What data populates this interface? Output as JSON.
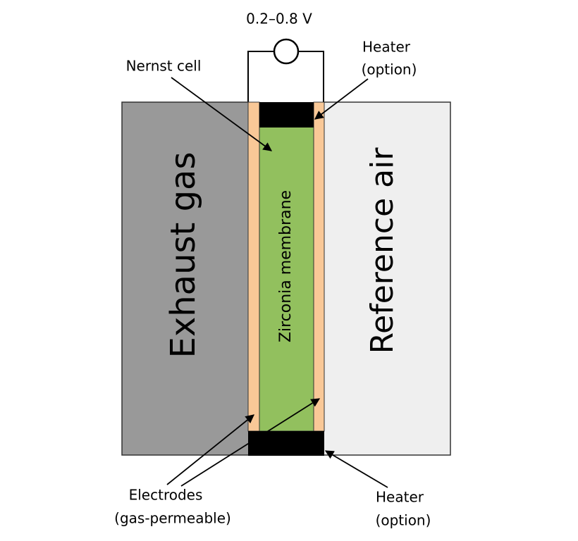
{
  "labels": {
    "voltage": "0.2–0.8 V",
    "nernst_cell": "Nernst cell",
    "heater_top_line1": "Heater",
    "heater_top_line2": "(option)",
    "exhaust_gas": "Exhaust gas",
    "reference_air": "Reference air",
    "membrane": "Zirconia membrane",
    "electrodes_line1": "Electrodes",
    "electrodes_line2": "(gas-permeable)",
    "heater_bottom_line1": "Heater",
    "heater_bottom_line2": "(option)"
  },
  "colors": {
    "exhaust_fill": "#999999",
    "reference_fill": "#efefef",
    "membrane_fill": "#92c05e",
    "electrode_fill": "#f9c897",
    "heater_fill": "#000000",
    "outline": "#333333"
  }
}
